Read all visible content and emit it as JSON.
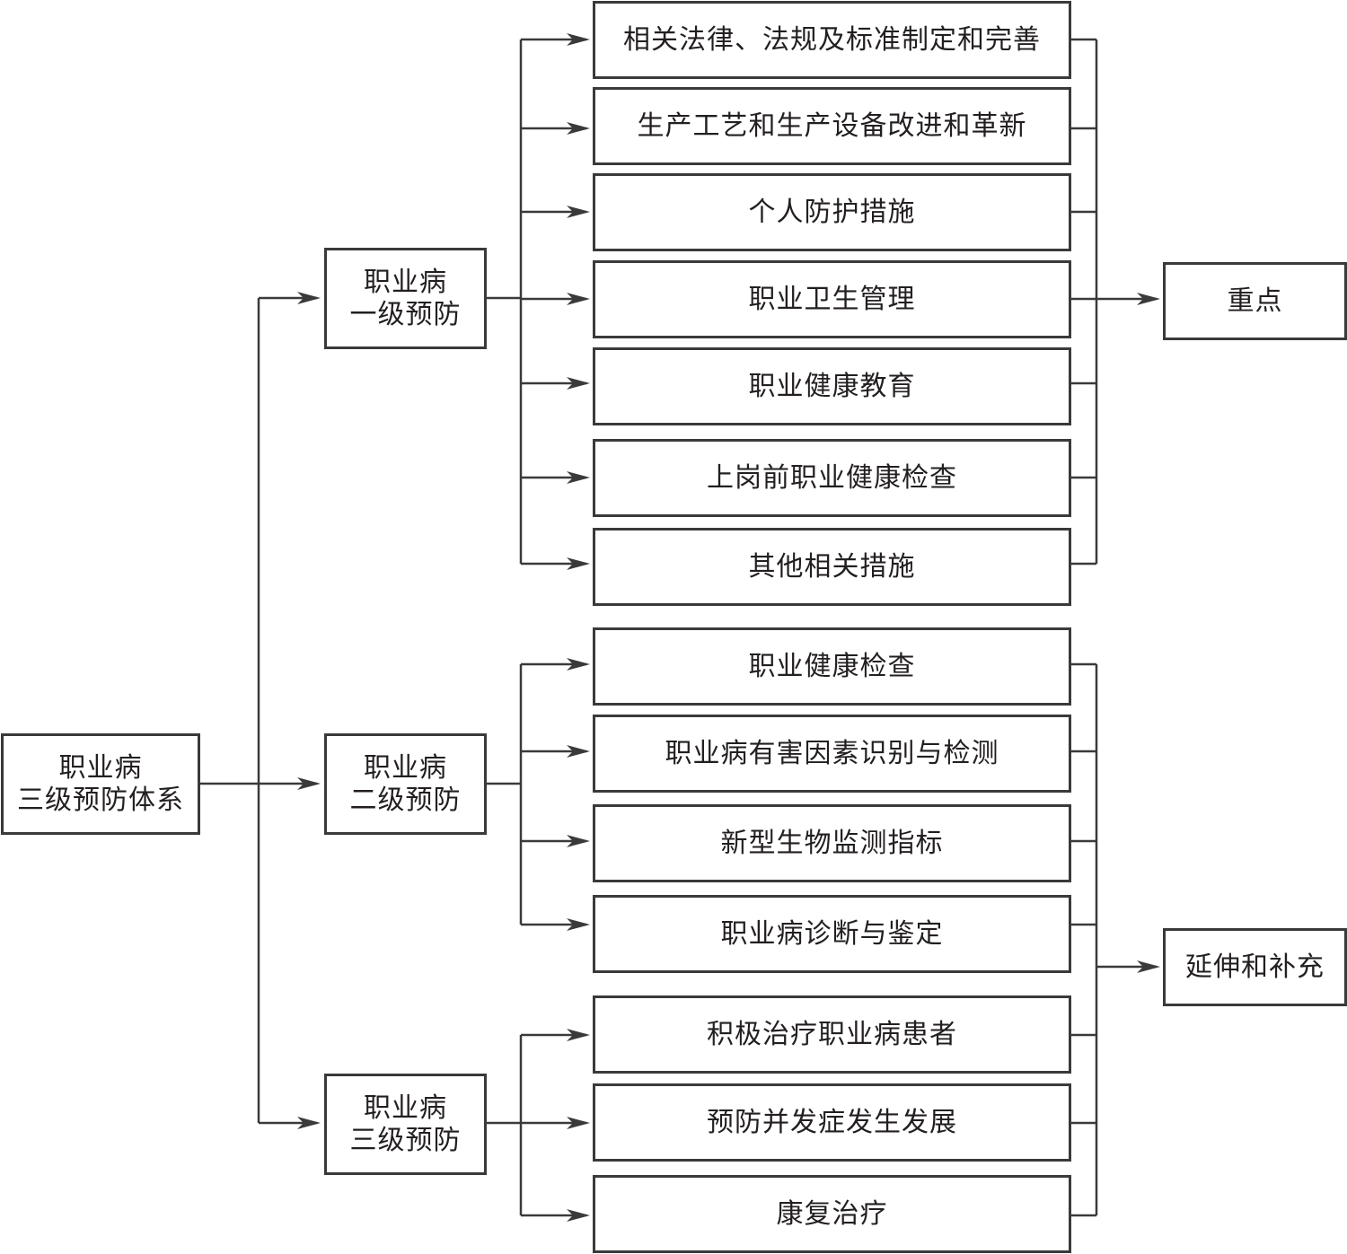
{
  "root": {
    "line1": "职业病",
    "line2": "三级预防体系"
  },
  "levels": [
    {
      "line1": "职业病",
      "line2": "一级预防",
      "items": [
        "相关法律、法规及标准制定和完善",
        "生产工艺和生产设备改进和革新",
        "个人防护措施",
        "职业卫生管理",
        "职业健康教育",
        "上岗前职业健康检查",
        "其他相关措施"
      ]
    },
    {
      "line1": "职业病",
      "line2": "二级预防",
      "items": [
        "职业健康检查",
        "职业病有害因素识别与检测",
        "新型生物监测指标",
        "职业病诊断与鉴定"
      ]
    },
    {
      "line1": "职业病",
      "line2": "三级预防",
      "items": [
        "积极治疗职业病患者",
        "预防并发症发生发展",
        "康复治疗"
      ]
    }
  ],
  "outcomes": {
    "primary": "重点",
    "secondary_tertiary": "延伸和补充"
  },
  "colors": {
    "line": "#3a3a3a",
    "text": "#231f20",
    "background": "#ffffff"
  }
}
